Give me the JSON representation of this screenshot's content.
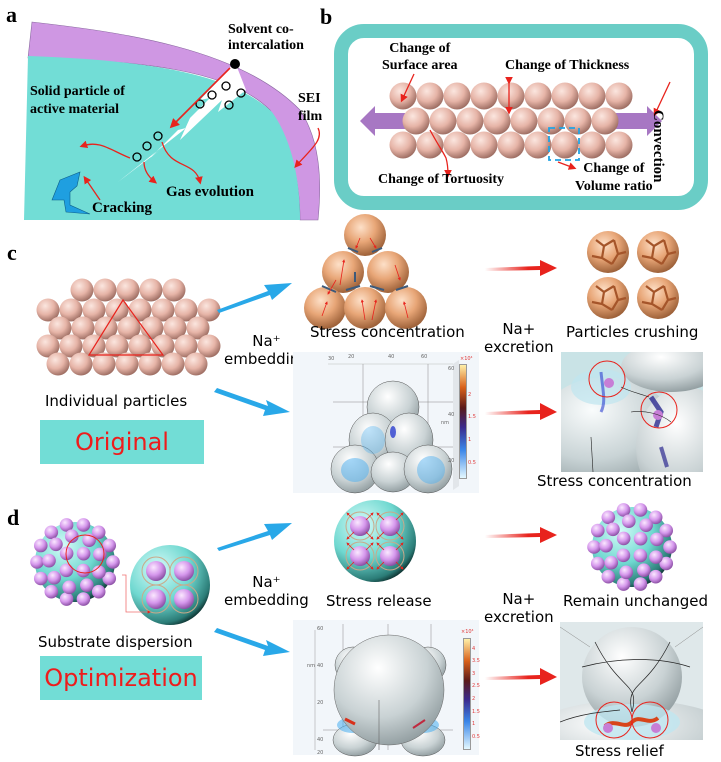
{
  "colors": {
    "particle_pink": "#e8b8ab",
    "particle_orange": "#e6a274",
    "substrate_teal": "#72ddd6",
    "sei_purple": "#cf97e3",
    "bead_lilac": "#d291e8",
    "arrow_blue": "#29a8e8",
    "arrow_red": "#e8231d",
    "frame_teal": "#6acdc6",
    "convection_purple": "#a777c3",
    "tag_text_red": "#ee1c1c"
  },
  "panel_a": {
    "letter": "a",
    "labels": {
      "solvent": "Solvent co-\nintercalation",
      "solid_particle": "Solid particle of\nactive material",
      "sei_film": "SEI\nfilm",
      "gas_evolution": "Gas evolution",
      "cracking": "Cracking"
    }
  },
  "panel_b": {
    "letter": "b",
    "labels": {
      "surface_area": "Change of\nSurface area",
      "thickness": "Change of Thickness",
      "convection": "Convection",
      "tortuosity": "Change of Tortuosity",
      "volume_ratio": "Change of\nVolume ratio"
    }
  },
  "panel_c": {
    "letter": "c",
    "individual_particles": "Individual particles",
    "tag": "Original",
    "embedding": "Na⁺\nembedding",
    "excretion": "Na+\nexcretion",
    "stress_concentration_top": "Stress concentration",
    "particles_crushing": "Particles crushing",
    "stress_concentration_bottom": "Stress concentration",
    "simulation": {
      "x_ticks": [
        "30",
        "20",
        "40",
        "60"
      ],
      "y_ticks": [
        "60",
        "40",
        "20"
      ],
      "y_unit": "nm",
      "colorbar_exponent": "×10⁴",
      "colorbar_ticks": [
        "2",
        "1.5",
        "1",
        "0.5"
      ]
    }
  },
  "panel_d": {
    "letter": "d",
    "substrate_dispersion": "Substrate dispersion",
    "tag": "Optimization",
    "embedding": "Na⁺\nembedding",
    "excretion": "Na+\nexcretion",
    "stress_release": "Stress release",
    "remain_unchanged": "Remain unchanged",
    "stress_relief": "Stress relief",
    "simulation": {
      "y_ticks": [
        "60",
        "40",
        "20",
        "40",
        "20"
      ],
      "y_unit": "nm",
      "colorbar_exponent": "×10⁴",
      "colorbar_ticks": [
        "4",
        "3.5",
        "3",
        "2.5",
        "2",
        "1.5",
        "1",
        "0.5"
      ]
    }
  }
}
